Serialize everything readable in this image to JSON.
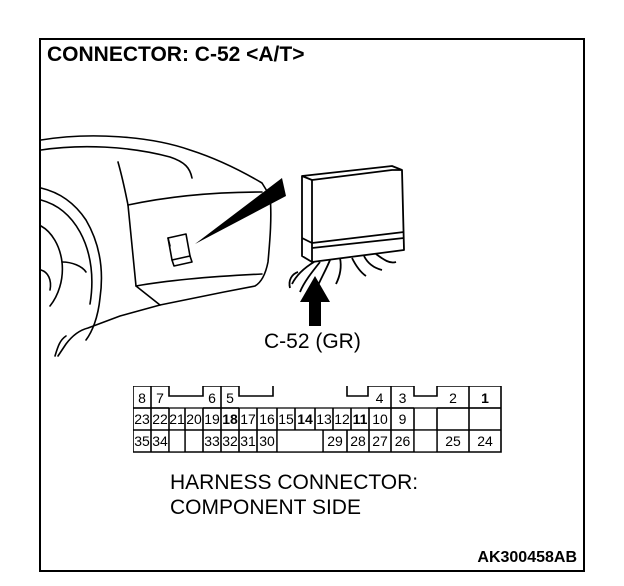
{
  "title": "CONNECTOR: C-52 <A/T>",
  "connector_label": "C-52 (GR)",
  "caption_line1": "HARNESS CONNECTOR:",
  "caption_line2": "COMPONENT SIDE",
  "figure_code": "AK300458AB",
  "pins": {
    "p1": "1",
    "p2": "2",
    "p3": "3",
    "p4": "4",
    "p5": "5",
    "p6": "6",
    "p7": "7",
    "p8": "8",
    "p9": "9",
    "p10": "10",
    "p11": "11",
    "p12": "12",
    "p13": "13",
    "p14": "14",
    "p15": "15",
    "p16": "16",
    "p17": "17",
    "p18": "18",
    "p19": "19",
    "p20": "20",
    "p21": "21",
    "p22": "22",
    "p23": "23",
    "p24": "24",
    "p25": "25",
    "p26": "26",
    "p27": "27",
    "p28": "28",
    "p29": "29",
    "p30": "30",
    "p31": "31",
    "p32": "32",
    "p33": "33",
    "p34": "34",
    "p35": "35"
  }
}
